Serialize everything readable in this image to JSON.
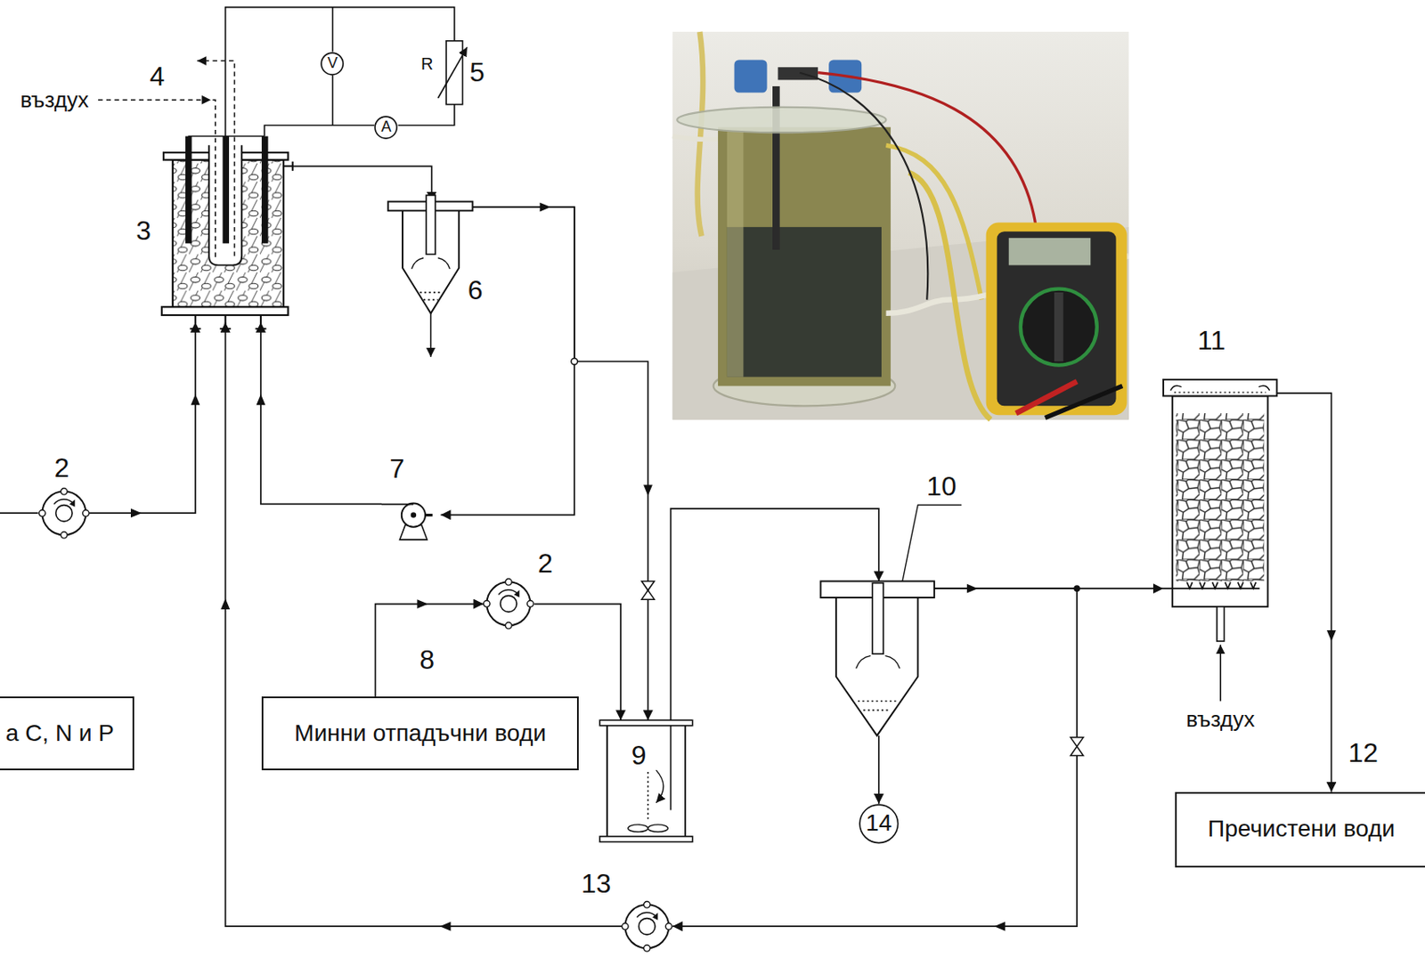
{
  "diagram": {
    "nodes": [
      {
        "text": [
          "V"
        ]
      },
      {
        "text": [
          "A"
        ]
      },
      {
        "text": [
          "3"
        ]
      },
      {
        "text": [
          "6"
        ]
      },
      {
        "text": [
          "2"
        ]
      },
      {
        "text": [
          "7"
        ]
      },
      {
        "text": [
          "а C, N и P"
        ]
      },
      {
        "text": [
          "2"
        ]
      },
      {
        "text": [
          "Минни отпадъчни води"
        ]
      },
      {
        "text": [
          "9"
        ]
      },
      {
        "text": [
          "10"
        ]
      },
      {
        "text": [
          "14"
        ]
      },
      {
        "text": [
          "11"
        ]
      },
      {
        "text": [
          "13"
        ]
      },
      {
        "text": [
          "Пречистени води"
        ]
      }
    ],
    "edges": [
      {
        "from": 4,
        "to": 2,
        "arrow": "to"
      },
      {
        "from": 2,
        "to": 3,
        "arrow": "to"
      },
      {
        "from": 3,
        "to": 5,
        "arrow": "to"
      },
      {
        "from": 5,
        "to": 2,
        "arrow": "to"
      },
      {
        "from": 3,
        "to": 9,
        "arrow": "to"
      },
      {
        "from": 8,
        "to": 7,
        "arrow": "to"
      },
      {
        "from": 7,
        "to": 9,
        "arrow": "to"
      },
      {
        "from": 9,
        "to": 10,
        "arrow": "to"
      },
      {
        "from": 10,
        "to": 11,
        "arrow": "to"
      },
      {
        "from": 10,
        "to": 12,
        "arrow": "to"
      },
      {
        "from": 10,
        "to": 13,
        "arrow": "to"
      },
      {
        "from": 13,
        "to": 2,
        "arrow": "to"
      },
      {
        "from": 12,
        "to": 14,
        "arrow": "to"
      }
    ],
    "labels": [
      "4",
      "въздух",
      "R",
      "5",
      "8",
      "въздух",
      "12"
    ]
  }
}
